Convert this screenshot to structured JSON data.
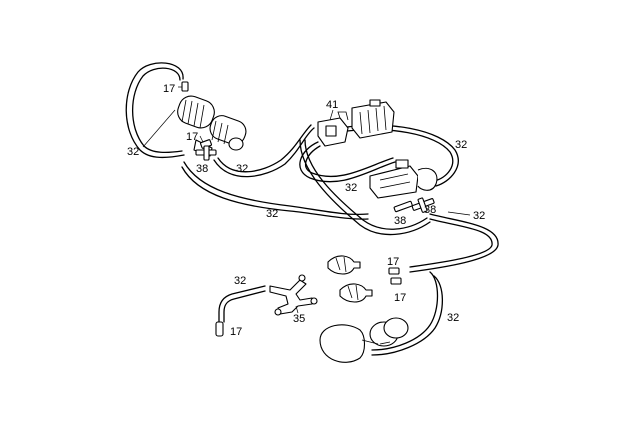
{
  "labels": {
    "l17_top": "17",
    "l17_mid": "17",
    "l32_left": "32",
    "l38_left": "38",
    "l32_mid_upper": "32",
    "l32_mid_lower": "32",
    "l41": "41",
    "l32_right_top": "32",
    "l32_center": "32",
    "l38_right_a": "38",
    "l38_right_b": "38",
    "l32_right_mid": "32",
    "l32_bottom_left": "32",
    "l17_bottom_left": "17",
    "l35": "35",
    "l17_bottom_mid_a": "17",
    "l17_bottom_mid_b": "17",
    "l32_bottom_right": "32"
  }
}
